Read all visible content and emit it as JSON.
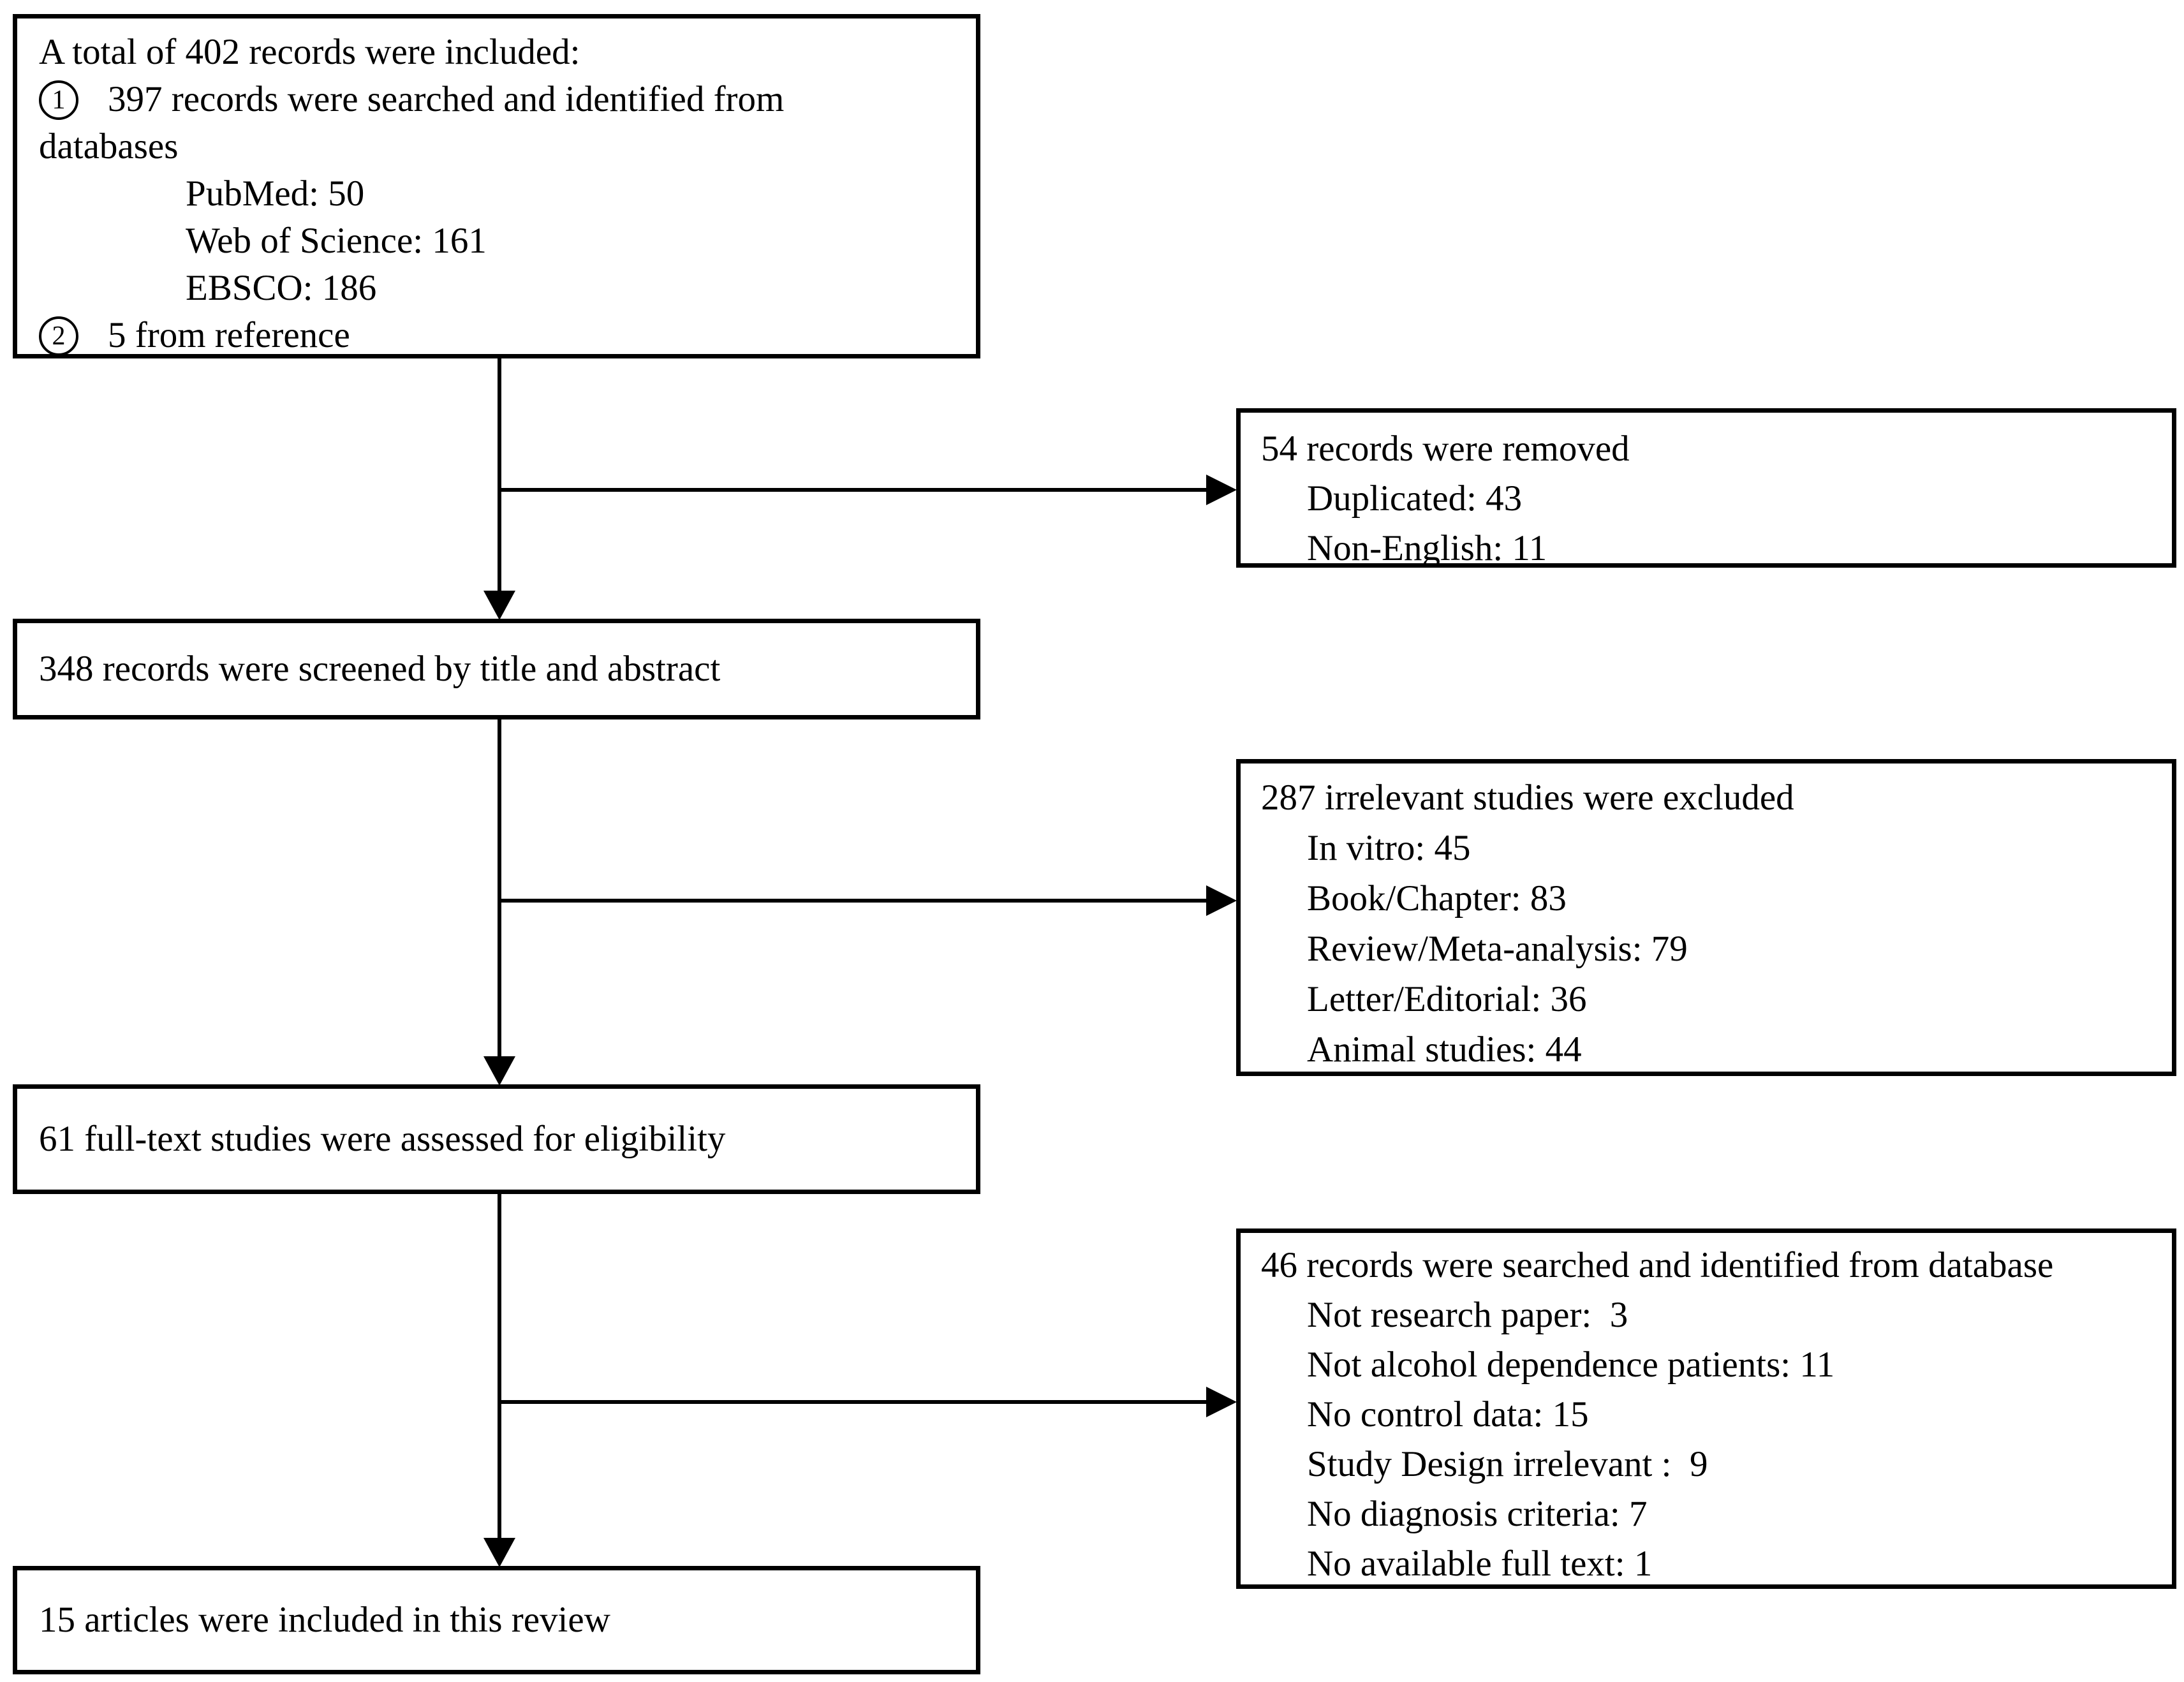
{
  "figure": {
    "type": "prisma-flow-diagram",
    "background_color": "#ffffff",
    "line_color": "#000000"
  },
  "boxes": {
    "total_records": {
      "line1": "A total of 402 records were included:",
      "item1_marker": "1",
      "item1_text": "397 records were searched and identified from",
      "item1_continuation": "databases",
      "databases": [
        "PubMed: 50",
        "Web of Science: 161",
        "EBSCO: 186"
      ],
      "item2_marker": "2",
      "item2_text": "5 from reference"
    },
    "removed": {
      "title": "54 records were removed",
      "items": [
        "Duplicated: 43",
        "Non-English: 11"
      ]
    },
    "screened": {
      "text": "348 records were screened by title and abstract"
    },
    "excluded": {
      "title": "287 irrelevant studies were excluded",
      "items": [
        "In vitro: 45",
        "Book/Chapter: 83",
        "Review/Meta-analysis: 79",
        "Letter/Editorial: 36",
        "Animal studies: 44"
      ]
    },
    "fulltext": {
      "text": "61 full-text studies were assessed for eligibility"
    },
    "fulltext_excluded": {
      "title": "46 records were searched and identified from database",
      "items": [
        "Not research paper:  3",
        "Not alcohol dependence patients: 11",
        "No control data: 15",
        "Study Design irrelevant :  9",
        "No diagnosis criteria: 7",
        "No available full text: 1"
      ]
    },
    "included": {
      "text": "15 articles were included in this review"
    }
  }
}
